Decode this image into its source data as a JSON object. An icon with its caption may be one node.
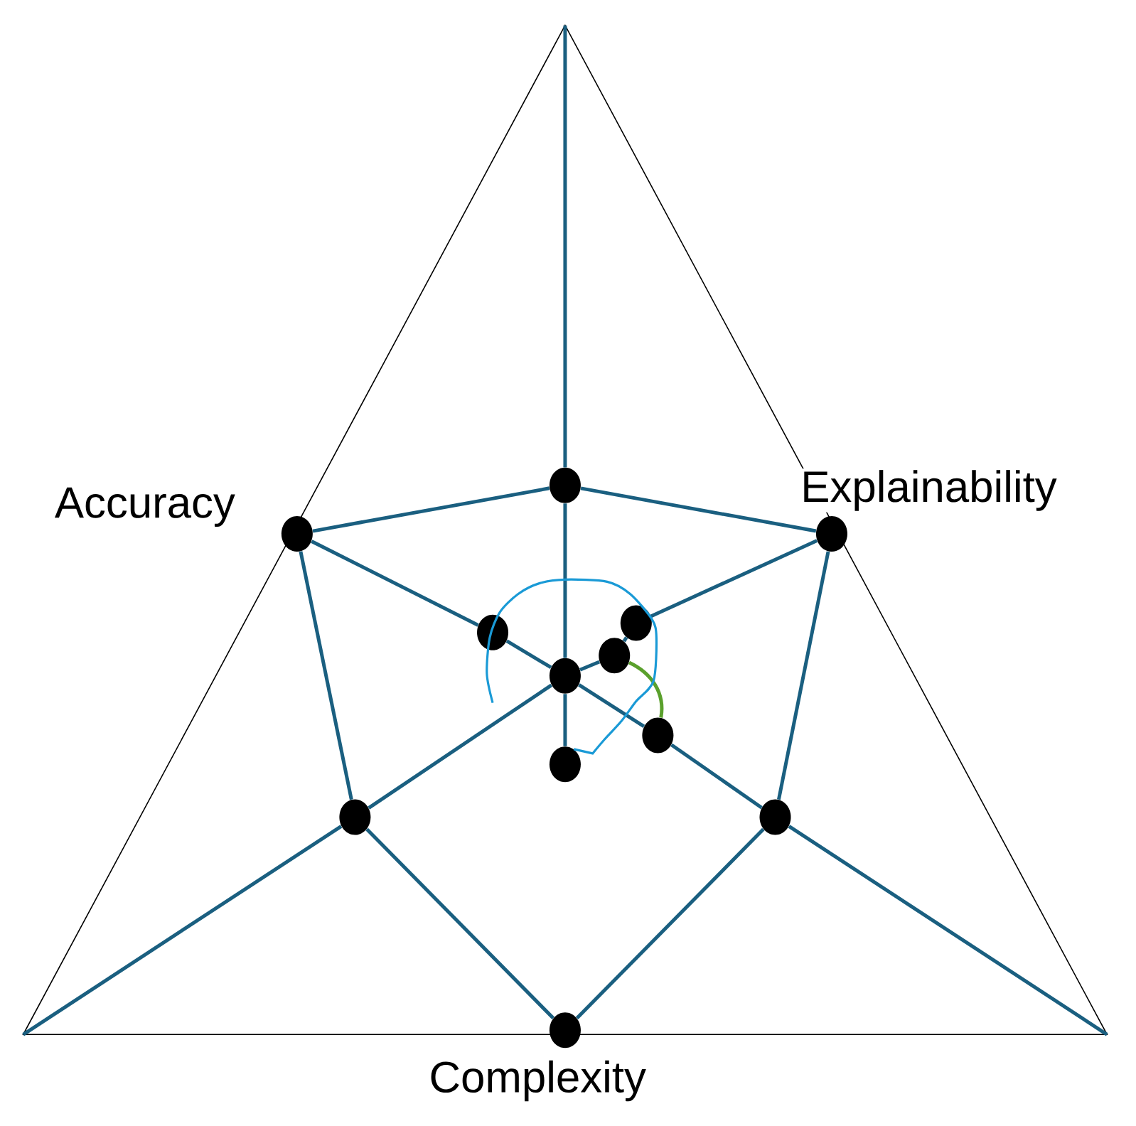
{
  "diagram": {
    "nodes": [
      {
        "text": [],
        "shape": "circle"
      },
      {
        "text": [],
        "shape": "circle"
      },
      {
        "text": [],
        "shape": "circle"
      },
      {
        "text": [],
        "shape": "circle"
      },
      {
        "text": [],
        "shape": "circle"
      },
      {
        "text": [],
        "shape": "circle"
      },
      {
        "text": [],
        "shape": "circle"
      },
      {
        "text": [],
        "shape": "circle"
      },
      {
        "text": [],
        "shape": "circle"
      },
      {
        "text": [],
        "shape": "circle"
      },
      {
        "text": [],
        "shape": "circle"
      },
      {
        "text": [],
        "shape": "circle"
      }
    ],
    "edges": [
      {
        "from": null,
        "to": 0,
        "arrow": "none"
      },
      {
        "from": 0,
        "to": 1,
        "arrow": "none"
      },
      {
        "from": 0,
        "to": 2,
        "arrow": "none"
      },
      {
        "from": 0,
        "to": 6,
        "arrow": "none"
      },
      {
        "from": 6,
        "to": 8,
        "arrow": "none"
      },
      {
        "from": 1,
        "to": 3,
        "arrow": "none"
      },
      {
        "from": 3,
        "to": 6,
        "arrow": "none"
      },
      {
        "from": 2,
        "to": 4,
        "arrow": "none"
      },
      {
        "from": 4,
        "to": 5,
        "arrow": "none"
      },
      {
        "from": 5,
        "to": 6,
        "arrow": "none"
      },
      {
        "from": 1,
        "to": 9,
        "arrow": "none"
      },
      {
        "from": 2,
        "to": 10,
        "arrow": "none"
      },
      {
        "from": 9,
        "to": 6,
        "arrow": "none"
      },
      {
        "from": 6,
        "to": 7,
        "arrow": "none"
      },
      {
        "from": 7,
        "to": 10,
        "arrow": "none"
      },
      {
        "from": 9,
        "to": 11,
        "arrow": "none"
      },
      {
        "from": 10,
        "to": 11,
        "arrow": "none"
      },
      {
        "from": 9,
        "to": null,
        "arrow": "none"
      },
      {
        "from": 10,
        "to": null,
        "arrow": "none"
      },
      {
        "from": 5,
        "to": 7,
        "arrow": "none",
        "color": "#5aa02c"
      },
      {
        "from": null,
        "to": 8,
        "arrow": "none",
        "color": "#1a9ad6"
      }
    ],
    "labels": [
      "Accuracy",
      "Explainability",
      "Complexity"
    ]
  }
}
